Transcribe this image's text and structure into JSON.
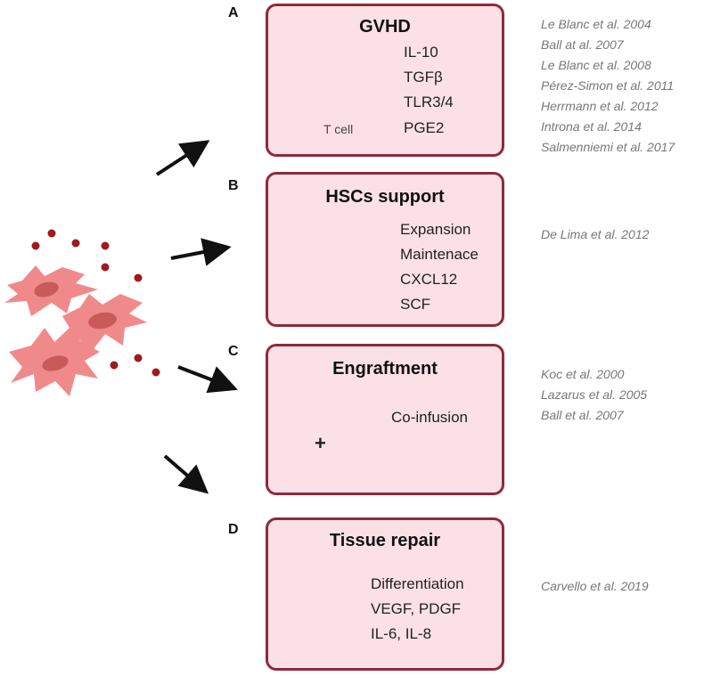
{
  "panels": [
    {
      "letter": "A",
      "title": "GVHD",
      "lines": [
        "IL-10",
        "TGFβ",
        "TLR3/4",
        "PGE2"
      ],
      "cell_label": "T cell",
      "refs": [
        "Le Blanc et al. 2004",
        "Ball at al. 2007",
        "Le Blanc et al. 2008",
        "Pérez-Simon et al. 2011",
        "Herrmann et al. 2012",
        "Introna et al. 2014",
        "Salmenniemi et al. 2017"
      ]
    },
    {
      "letter": "B",
      "title": "HSCs support",
      "lines": [
        "Expansion",
        "Maintenace",
        "CXCL12",
        "SCF"
      ],
      "refs": [
        "De Lima et al. 2012"
      ]
    },
    {
      "letter": "C",
      "title": "Engraftment",
      "lines": [
        "Co-infusion"
      ],
      "plus": "+",
      "refs": [
        "Koc et al. 2000",
        "Lazarus et al. 2005",
        "Ball et al. 2007"
      ]
    },
    {
      "letter": "D",
      "title": "Tissue repair",
      "lines": [
        "Differentiation",
        "VEGF, PDGF",
        "IL-6, IL-8"
      ],
      "refs": [
        "Carvello et al. 2019"
      ]
    }
  ],
  "colors": {
    "box_fill": "#fbe1e6",
    "box_border": "#8e2a3c",
    "msc_cell": "#f08a8a",
    "msc_nucleus": "#c85a5a",
    "vesicle": "#9e1b1b",
    "hsc": "#6a4aa8",
    "t_cell": "#2e9a4c",
    "neural_cell": "#f1d24a",
    "arrow": "#111111",
    "reference_text": "#777777"
  }
}
